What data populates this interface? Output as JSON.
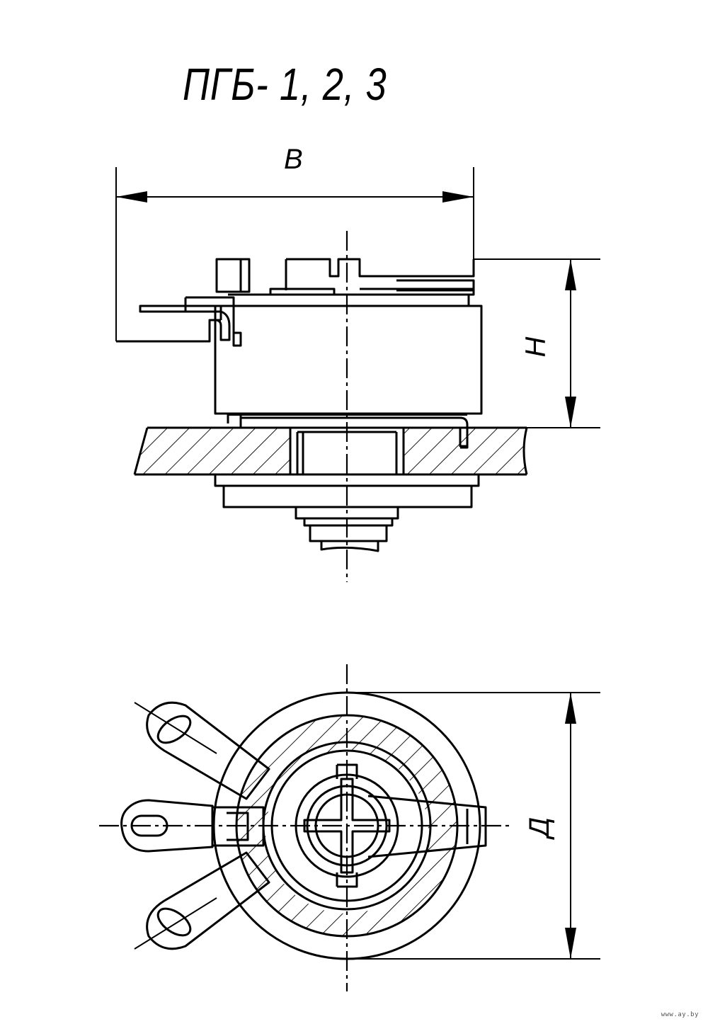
{
  "title": "ПГБ- 1, 2, 3",
  "dimensions": {
    "width_label": "В",
    "height_label": "Н",
    "diameter_label": "Д"
  },
  "watermark": "www.ay.by"
}
